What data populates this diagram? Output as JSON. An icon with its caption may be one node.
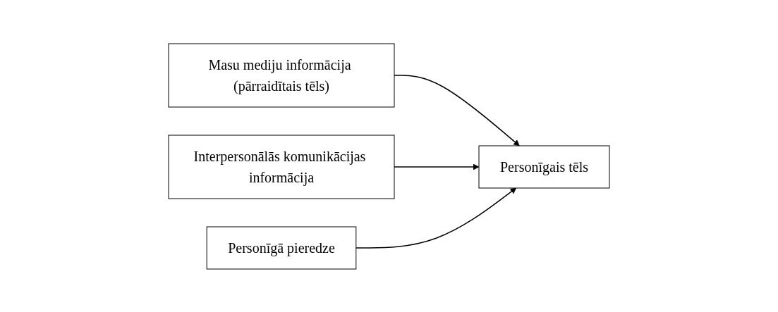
{
  "diagram": {
    "nodes": [
      {
        "text": [
          "Masu mediju informācija (pārraidītais tēls)"
        ]
      },
      {
        "text": [
          "Interpersonālās komunikācijas informācija"
        ]
      },
      {
        "text": [
          "Personīgā pieredze"
        ]
      },
      {
        "text": [
          "Personīgais tēls"
        ]
      }
    ],
    "edges": [
      {
        "from": 0,
        "to": 3,
        "arrow": "to"
      },
      {
        "from": 1,
        "to": 3,
        "arrow": "to"
      },
      {
        "from": 2,
        "to": 3,
        "arrow": "to"
      }
    ]
  }
}
